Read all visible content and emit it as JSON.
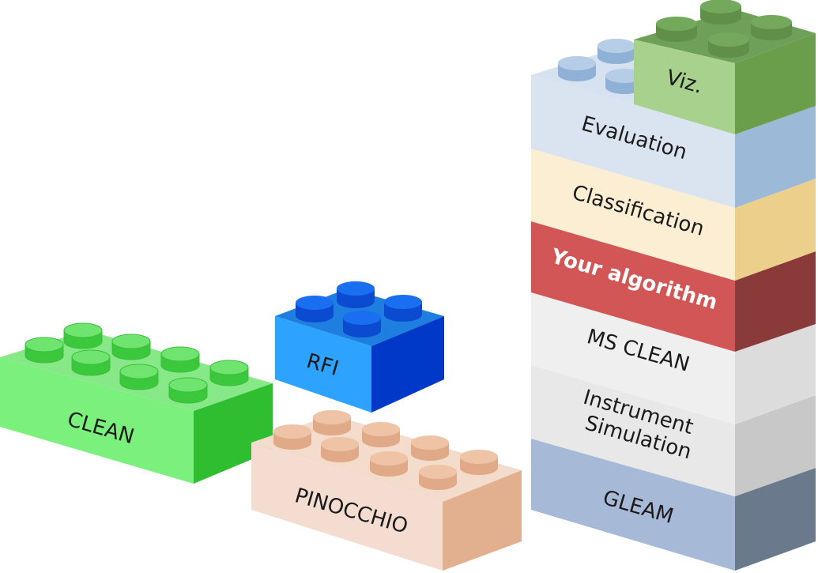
{
  "blocks": {
    "clean": "CLEAN",
    "rfi": "RFI",
    "pinocchio": "PINOCCHIO",
    "stack": {
      "viz": "Viz.",
      "evaluation": "Evaluation",
      "classification": "Classification",
      "your_algorithm": "Your algorithm",
      "ms_clean": "MS CLEAN",
      "instrument_simulation_line1": "Instrument",
      "instrument_simulation_line2": "Simulation",
      "gleam": "GLEAM"
    }
  },
  "colors": {
    "clean": "#5ee65e",
    "rfi": "#2b9bf4",
    "pinocchio": "#f2d8c9",
    "viz": "#a9d18e",
    "evaluation": "#dae3f3",
    "classification": "#fbeed3",
    "your_algorithm": "#d25656",
    "ms_clean": "#eeeeee",
    "instrument_simulation": "#e6e6e6",
    "gleam": "#a6b9d6"
  }
}
